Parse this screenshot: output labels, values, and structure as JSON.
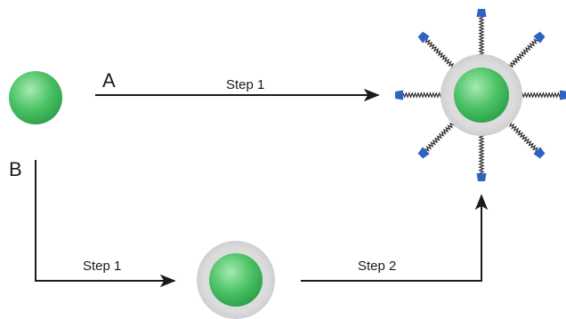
{
  "labels": {
    "route_a": "A",
    "route_b": "B",
    "a_step1": "Step 1",
    "b_step1": "Step 1",
    "b_step2": "Step 2"
  },
  "colors": {
    "core_light": "#8fe09e",
    "core_dark": "#2aa24a",
    "shell": "#d9d9d9",
    "ligand_head": "#2e63c4",
    "arrow": "#1a1a1a"
  },
  "ligand_count": 8
}
